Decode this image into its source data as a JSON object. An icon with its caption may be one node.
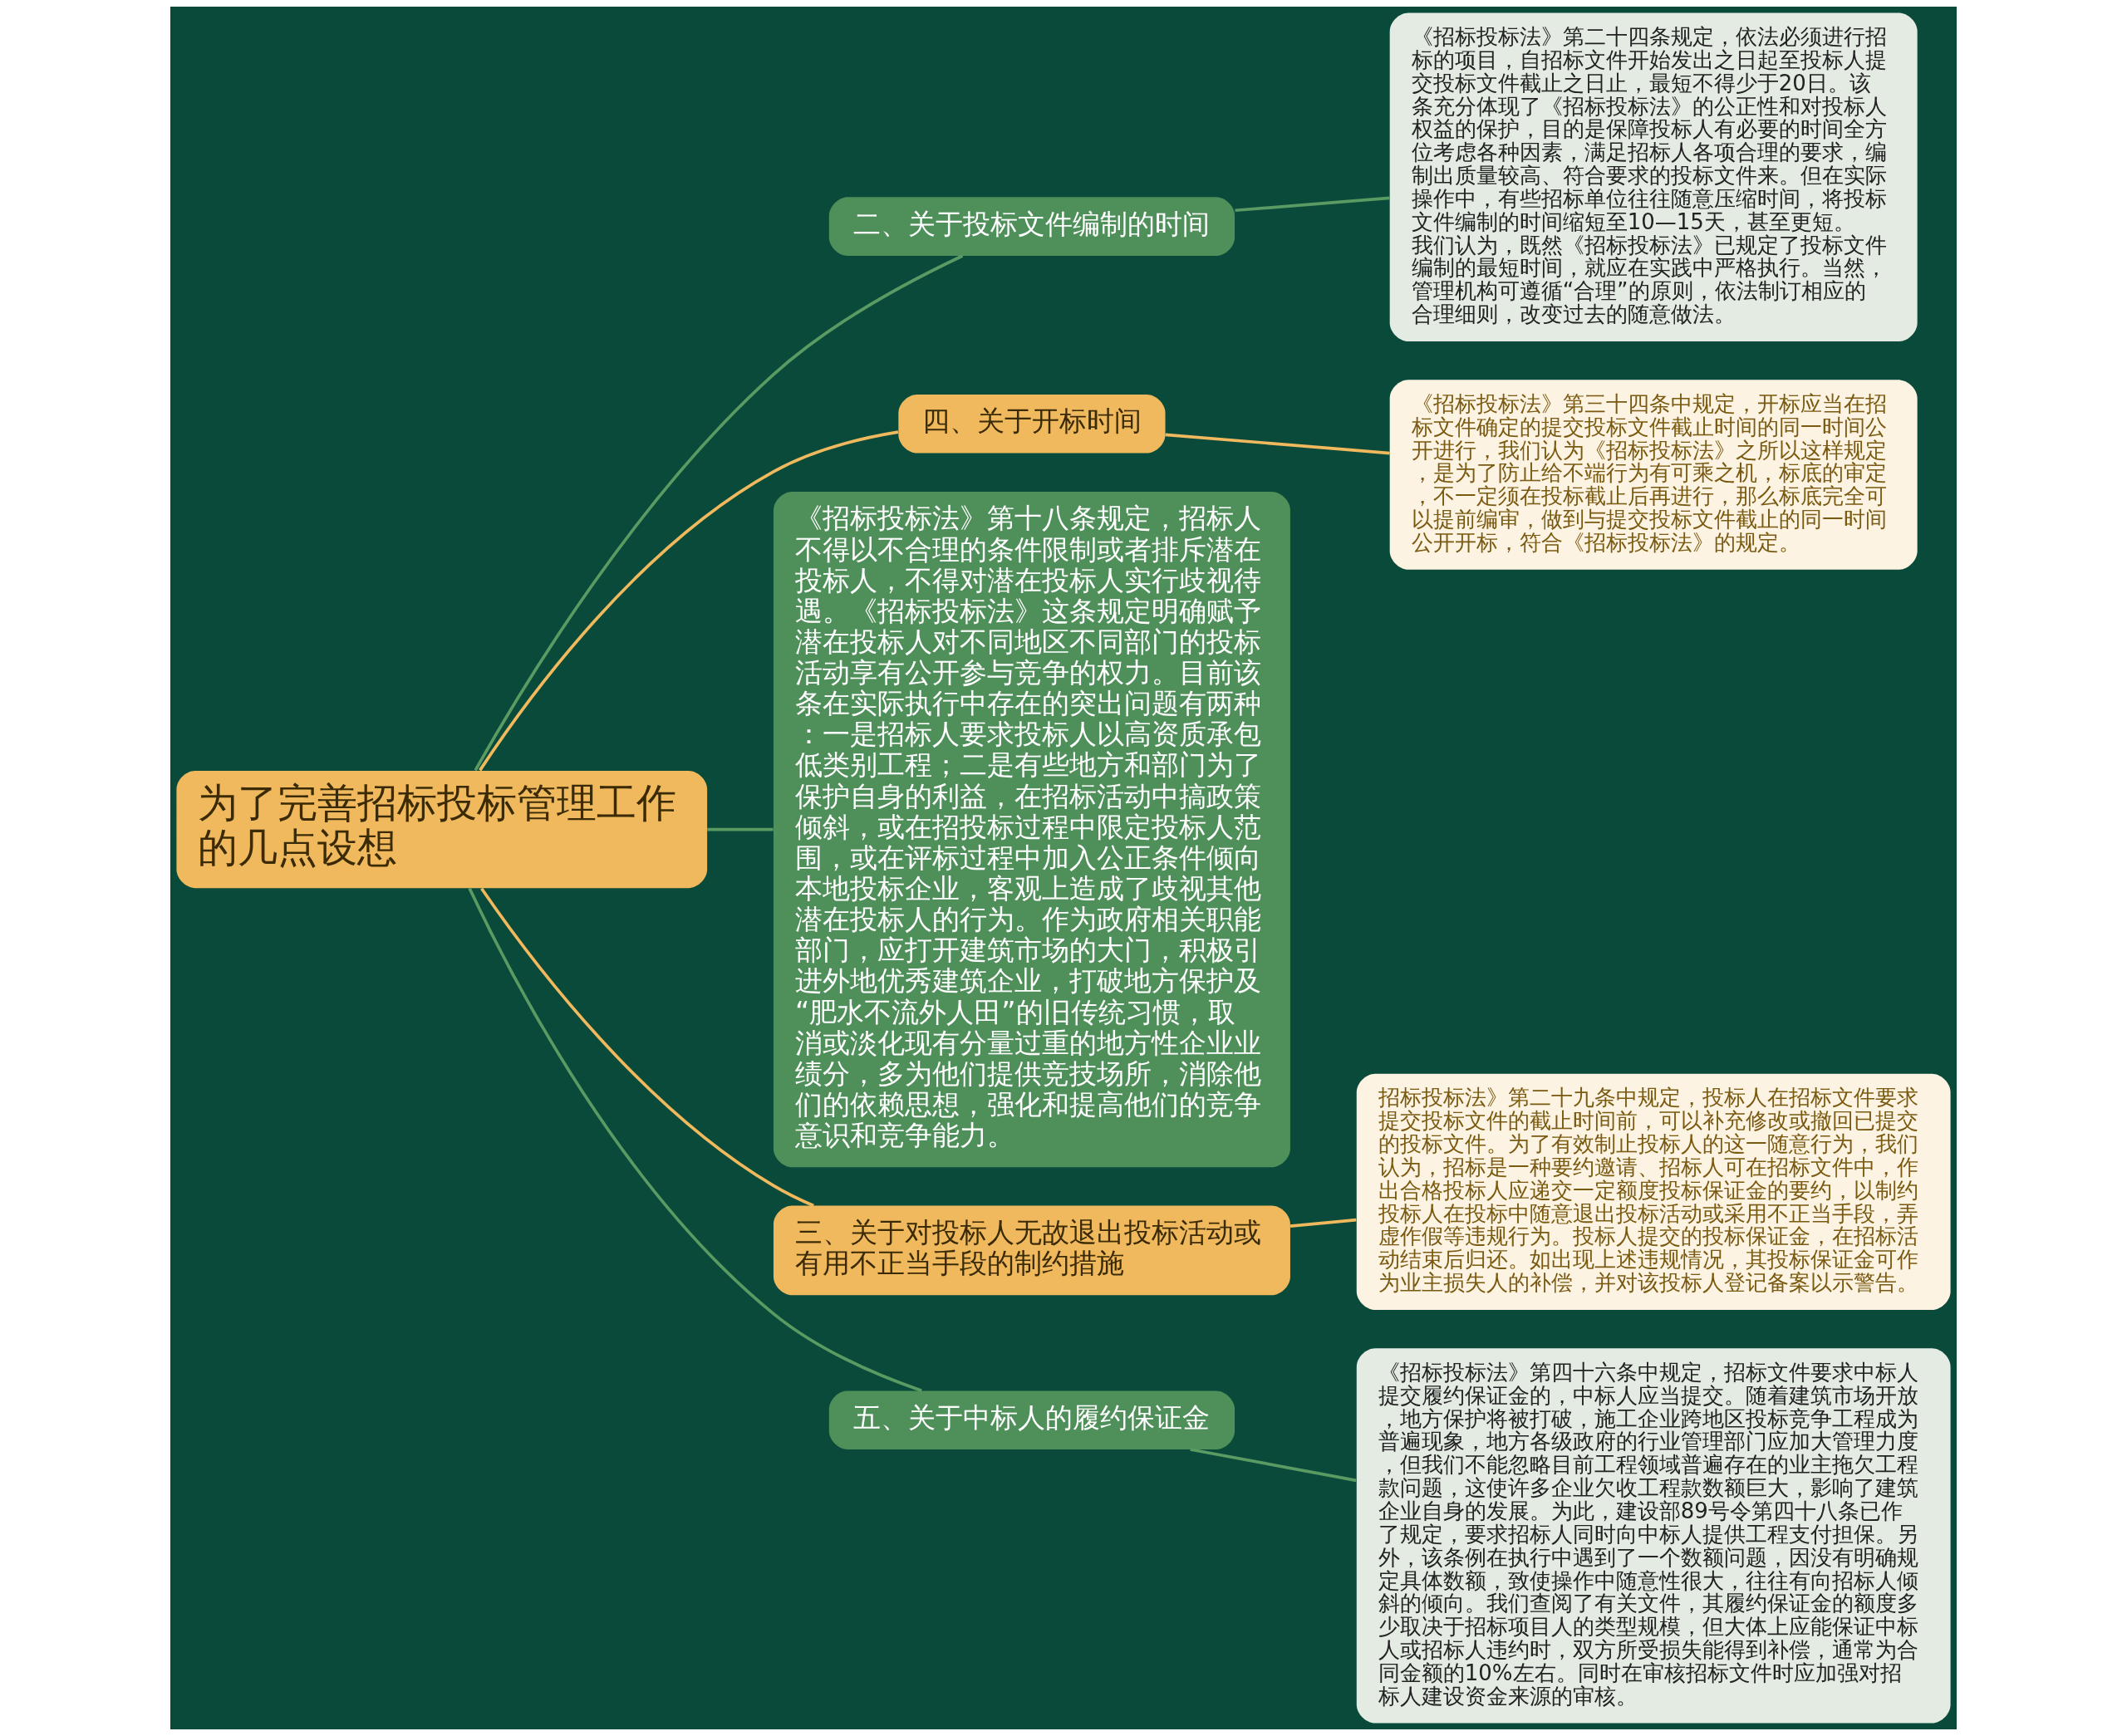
{
  "diagram": {
    "nodes": [
      {
        "text": [
          "为了完善招标投标管理工作的几点设想"
        ]
      },
      {
        "text": [
          "二、关于投标文件编制的时间"
        ]
      },
      {
        "text": [
          "《招标投标法》第二十四条规定，依法必须进行招标的项目，自招标文件开始发出之日起至投标人提交投标文件截止之日止，最短不得少于20日。该条充分体现了《招标投标法》的公正性和对投标人权益的保护，目的是保障投标人有必要的时间全方位考虑各种因素，满足招标人各项合理的要求，编制出质量较高、符合要求的投标文件来。但在实际操作中，有些招标单位往往随意压缩时间，将投标文件编制的时间缩短至10—15天，甚至更短。我们认为，既然《招标投标法》已规定了投标文件编制的最短时间，就应在实践中严格执行。当然，管理机构可遵循“合理”的原则，依法制订相应的合理细则，改变过去的随意做法。"
        ]
      },
      {
        "text": [
          "四、关于开标时间"
        ]
      },
      {
        "text": [
          "《招标投标法》第三十四条中规定，开标应当在招标文件确定的提交投标文件截止时间的同一时间公开进行，我们认为《招标投标法》之所以这样规定，是为了防止给不端行为有可乘之机，标底的审定，不一定须在投标截止后再进行，那么标底完全可以提前编审，做到与提交投标文件截止的同一时间公开开标，符合《招标投标法》的规定。"
        ]
      },
      {
        "text": [
          "《招标投标法》第十八条规定，招标人不得以不合理的条件限制或者排斥潜在投标人，不得对潜在投标人实行歧视待遇。《招标投标法》这条规定明确赋予潜在投标人对不同地区不同部门的投标活动享有公开参与竞争的权力。目前该条在实际执行中存在的突出问题有两种：一是招标人要求投标人以高资质承包低类别工程；二是有些地方和部门为了保护自身的利益，在招标活动中搞政策倾斜，或在招投标过程中限定投标人范围，或在评标过程中加入公正条件倾向本地投标企业，客观上造成了歧视其他潜在投标人的行为。作为政府相关职能部门，应打开建筑市场的大门，积极引进外地优秀建筑企业，打破地方保护及“肥水不流外人田”的旧传统习惯，取消或淡化现有分量过重的地方性企业业绩分，多为他们提供竞技场所，消除他们的依赖思想，强化和提高他们的竞争意识和竞争能力。"
        ]
      },
      {
        "text": [
          "三、关于对投标人无故退出投标活动或有用不正当手段的制约措施"
        ]
      },
      {
        "text": [
          "招标投标法》第二十九条中规定，投标人在招标文件要求提交投标文件的截止时间前，可以补充修改或撤回已提交的投标文件。为了有效制止投标人的这一随意行为，我们认为，招标是一种要约邀请、招标人可在招标文件中，作出合格投标人应递交一定额度投标保证金的要约，以制约投标人在投标中随意退出投标活动或采用不正当手段，弄虚作假等违规行为。投标人提交的投标保证金，在招标活动结束后归还。如出现上述违规情况，其投标保证金可作为业主损失人的补偿，并对该投标人登记备案以示警告。"
        ]
      },
      {
        "text": [
          "五、关于中标人的履约保证金"
        ]
      },
      {
        "text": [
          "《招标投标法》第四十六条中规定，招标文件要求中标人提交履约保证金的，中标人应当提交。随着建筑市场开放，地方保护将被打破，施工企业跨地区投标竞争工程成为普遍现象，地方各级政府的行业管理部门应加大管理力度，但我们不能忽略目前工程领域普遍存在的业主拖欠工程款问题，这使许多企业欠收工程款数额巨大，影响了建筑企业自身的发展。为此，建设部89号令第四十八条已作了规定，要求招标人同时向中标人提供工程支付担保。另外，该条例在执行中遇到了一个数额问题，因没有明确规定具体数额，致使操作中随意性很大，往往有向招标人倾斜的倾向。我们查阅了有关文件，其履约保证金的额度多少取决于招标项目人的类型规模，但大体上应能保证中标人或招标人违约时，双方所受损失能得到补偿，通常为合同金额的10%左右。同时在审核招标文件时应加强对招标人建设资金来源的审核。"
        ]
      }
    ],
    "edges": [
      {
        "from": 0,
        "to": 1,
        "arrow": "none"
      },
      {
        "from": 1,
        "to": 2,
        "arrow": "none"
      },
      {
        "from": 0,
        "to": 3,
        "arrow": "none",
        "color": "#f0b95e"
      },
      {
        "from": 3,
        "to": 4,
        "arrow": "none",
        "color": "#f0b95e"
      },
      {
        "from": 0,
        "to": 5,
        "arrow": "none"
      },
      {
        "from": 0,
        "to": 6,
        "arrow": "none",
        "color": "#f0b95e"
      },
      {
        "from": 6,
        "to": 7,
        "arrow": "none",
        "color": "#f0b95e"
      },
      {
        "from": 0,
        "to": 8,
        "arrow": "none"
      },
      {
        "from": 8,
        "to": 9,
        "arrow": "none"
      }
    ]
  }
}
